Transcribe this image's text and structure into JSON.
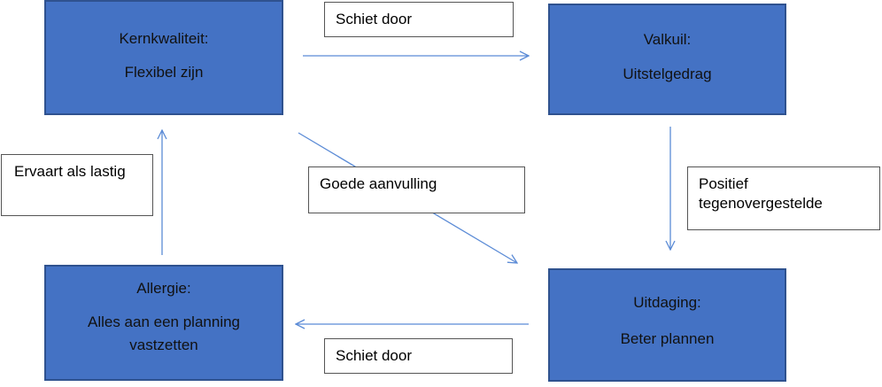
{
  "quadrant": {
    "core_quality": {
      "title": "Kernkwaliteit:",
      "value": "Flexibel zijn"
    },
    "pitfall": {
      "title": "Valkuil:",
      "value": "Uitstelgedrag"
    },
    "challenge": {
      "title": "Uitdaging:",
      "value": "Beter plannen"
    },
    "allergy": {
      "title": "Allergie:",
      "value": "Alles aan een planning vastzetten"
    }
  },
  "edge_labels": {
    "top": "Schiet door",
    "right": "Positief tegenovergestelde",
    "diagonal": "Goede aanvulling",
    "bottom": "Schiet door",
    "left": "Ervaart als lastig"
  },
  "colors": {
    "box_fill": "#4472C4",
    "box_border": "#2F528F",
    "arrow": "#5B8BD6"
  }
}
